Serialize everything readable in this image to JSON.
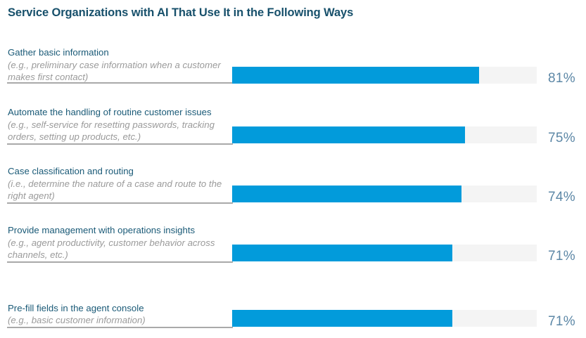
{
  "title": "Service Organizations with AI That Use It in the Following Ways",
  "colors": {
    "title": "#17506B",
    "bar": "#029BDB",
    "track": "#F4F4F4",
    "value_text": "#5C87A6",
    "label_main": "#1A5A77",
    "label_sub": "#9A9A9A",
    "rule": "#A9A9A9"
  },
  "chart_data": {
    "type": "bar",
    "orientation": "horizontal",
    "title": "Service Organizations with AI That Use It in the Following Ways",
    "xlabel": "",
    "ylabel": "",
    "xlim": [
      0,
      100
    ],
    "grid": false,
    "legend": "none",
    "value_suffix": "%",
    "categories": [
      "Gather basic information",
      "Automate the handling of routine customer issues",
      "Case classification and routing",
      "Provide management with operations insights",
      "Pre-fill fields in the agent console"
    ],
    "values": [
      81,
      75,
      74,
      71,
      71
    ],
    "value_labels": [
      "81%",
      "75%",
      "74%",
      "71%",
      "71%"
    ]
  },
  "rows": [
    {
      "label_main": "Gather basic information",
      "label_sub": "(e.g.,  preliminary case information when a customer makes first contact)",
      "inline": false,
      "value": 81,
      "value_label": "81%"
    },
    {
      "label_main": "Automate the handling of routine customer issues",
      "label_sub": "(e.g., self-service for resetting passwords, tracking orders, setting up products, etc.)",
      "inline": true,
      "value": 75,
      "value_label": "75%"
    },
    {
      "label_main": "Case classification and routing",
      "label_sub": "(i.e., determine the nature of a case and route to the right agent)",
      "inline": false,
      "value": 74,
      "value_label": "74%"
    },
    {
      "label_main": "Provide management with operations insights",
      "label_sub": "(e.g., agent productivity, customer behavior across channels, etc.)",
      "inline": false,
      "value": 71,
      "value_label": "71%"
    },
    {
      "label_main": "Pre-fill fields in the agent console",
      "label_sub": "(e.g., basic customer information)",
      "inline": false,
      "value": 71,
      "value_label": "71%"
    }
  ]
}
